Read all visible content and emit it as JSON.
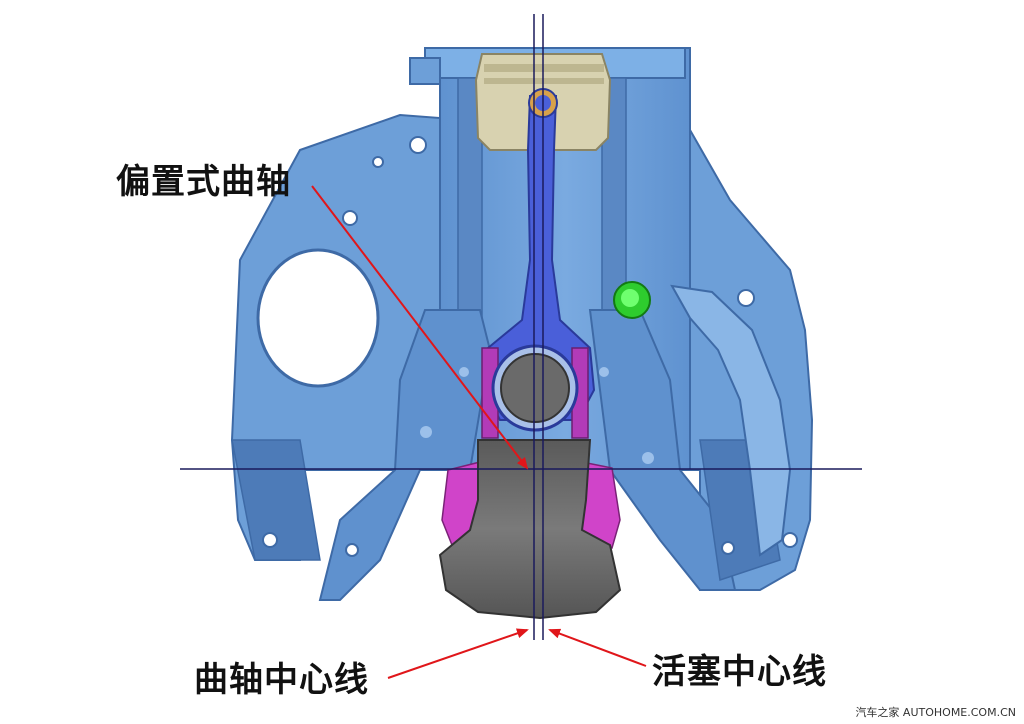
{
  "labels": {
    "offset_crankshaft": "偏置式曲轴",
    "crankshaft_centerline": "曲轴中心线",
    "piston_centerline": "活塞中心线"
  },
  "watermark": "汽车之家 AUTOHOME.COM.CN",
  "colors": {
    "block": "#6d9fd8",
    "block_dark": "#4d7bb8",
    "block_light": "#9cc0ea",
    "conrod": "#4a5fd9",
    "bolt": "#b23bb8",
    "counterweight": "#6c6c6c",
    "crank_web": "#d044c9",
    "piston": "#d8d2b0",
    "arrow": "#e0161a",
    "centerline": "#1a1a5c",
    "sensor": "#2ecc2e"
  }
}
